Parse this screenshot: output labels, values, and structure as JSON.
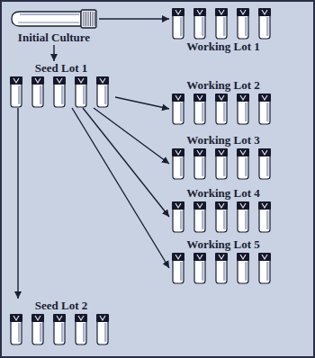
{
  "diagram": {
    "nodes": [
      {
        "text": [
          "Initial Culture"
        ]
      },
      {
        "text": [
          "Working Lot 1"
        ]
      },
      {
        "text": [
          "Seed Lot 1"
        ]
      },
      {
        "text": [
          "Working Lot 2"
        ]
      },
      {
        "text": [
          "Working Lot 3"
        ]
      },
      {
        "text": [
          "Working Lot 4"
        ]
      },
      {
        "text": [
          "Working Lot 5"
        ]
      },
      {
        "text": [
          "Seed Lot 2"
        ]
      }
    ],
    "edges": [
      {
        "from": 0,
        "to": 1,
        "arrow": "to"
      },
      {
        "from": 0,
        "to": 2,
        "arrow": "to"
      },
      {
        "from": 2,
        "to": 3,
        "arrow": "to"
      },
      {
        "from": 2,
        "to": 4,
        "arrow": "to"
      },
      {
        "from": 2,
        "to": 5,
        "arrow": "to"
      },
      {
        "from": 2,
        "to": 6,
        "arrow": "to"
      },
      {
        "from": 2,
        "to": 7,
        "arrow": "to"
      }
    ]
  }
}
